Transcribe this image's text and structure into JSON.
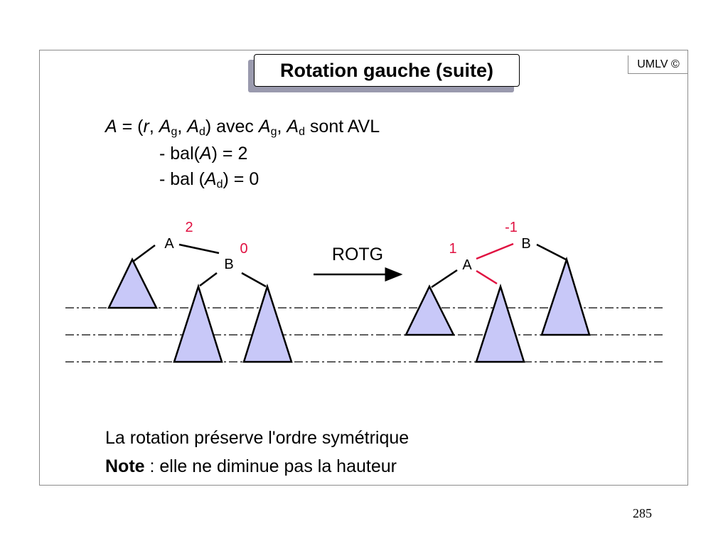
{
  "title": "Rotation gauche (suite)",
  "badge": "UMLV ©",
  "definition": {
    "A": "A",
    "eq_open": " = (",
    "r": "r",
    "comma1": ", ",
    "Ag": "A",
    "g": "g",
    "comma2": ", ",
    "Ad": "A",
    "d": "d",
    "avec": ") avec ",
    "Ag2": "A",
    "g2": "g",
    "comma3": ", ",
    "Ad2": "A",
    "d2": "d",
    "sont": " sont AVL"
  },
  "cond1": {
    "prefix": "- bal(",
    "A": "A",
    "suffix": ") = 2"
  },
  "cond2": {
    "prefix": "- bal (",
    "A": "A",
    "d": "d",
    "suffix": ") = 0"
  },
  "left_tree": {
    "node_a": "A",
    "bal_a": "2",
    "node_b": "B",
    "bal_b": "0"
  },
  "arrow_label": "ROTG",
  "right_tree": {
    "node_a": "A",
    "bal_a": "1",
    "node_b": "B",
    "bal_b": "-1"
  },
  "conclusion": {
    "line1": "La rotation préserve l'ordre symétrique",
    "note_label": "Note",
    "note_text": " : elle ne diminue pas la hauteur"
  },
  "page_number": "285",
  "colors": {
    "subtree_fill": "#c8c8f8",
    "highlight": "#e01040",
    "frame": "#8c8c8c",
    "title_shadow": "#9a9aae"
  }
}
